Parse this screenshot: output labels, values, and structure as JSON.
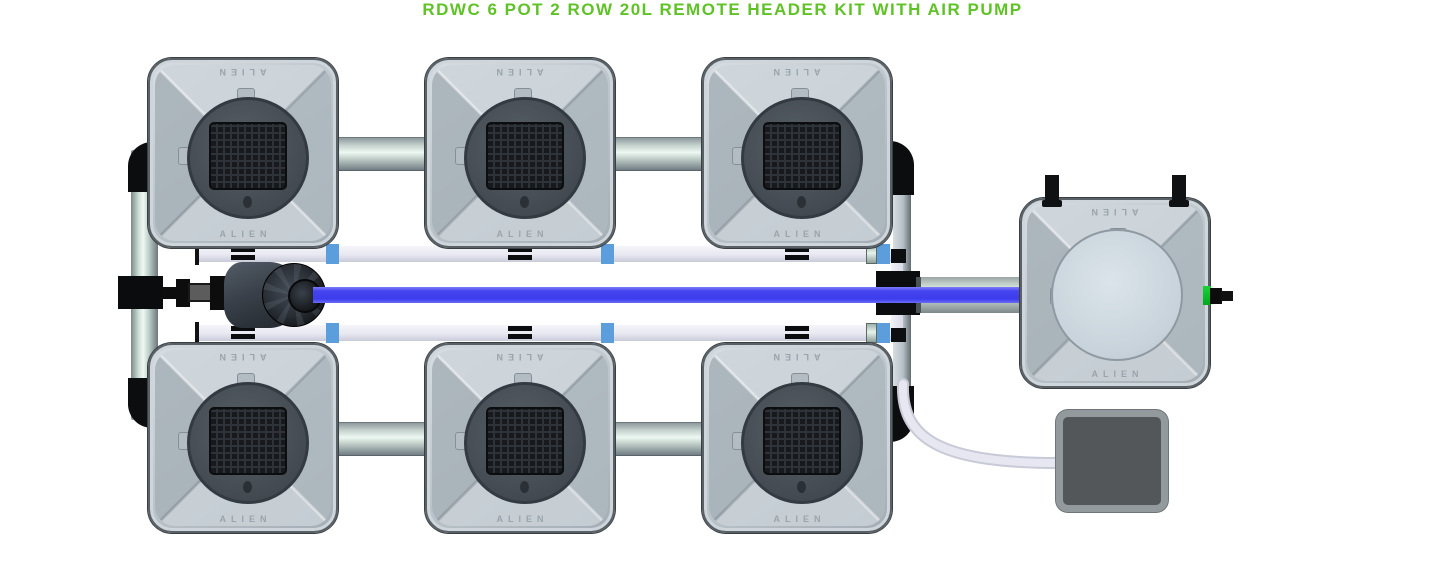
{
  "title": {
    "text": "RDWC 6 POT 2 ROW 20L REMOTE HEADER KIT WITH AIR PUMP"
  },
  "branding": {
    "pot_label": "ALIEN"
  },
  "system": {
    "type": "RDWC",
    "pot_count": 6,
    "rows": 2,
    "pot_volume": "20L",
    "features": [
      "REMOTE HEADER",
      "AIR PUMP"
    ]
  },
  "colors": {
    "title_green": "#5FC226",
    "main_pipe_blue": "#4141EF",
    "sleeve_blue": "#5C9EDC",
    "fitting_green": "#00C02E",
    "row_pipe_silver": "#D9E8E0",
    "return_pipe_white": "#E8E9F2",
    "pot_body_gray": "#BCC5CC",
    "lid_dark_gray": "#464D54",
    "tank_lid_gray": "#CCD6DE",
    "air_pump_gray": "#53575A",
    "fitting_black": "#0D0E0F"
  }
}
